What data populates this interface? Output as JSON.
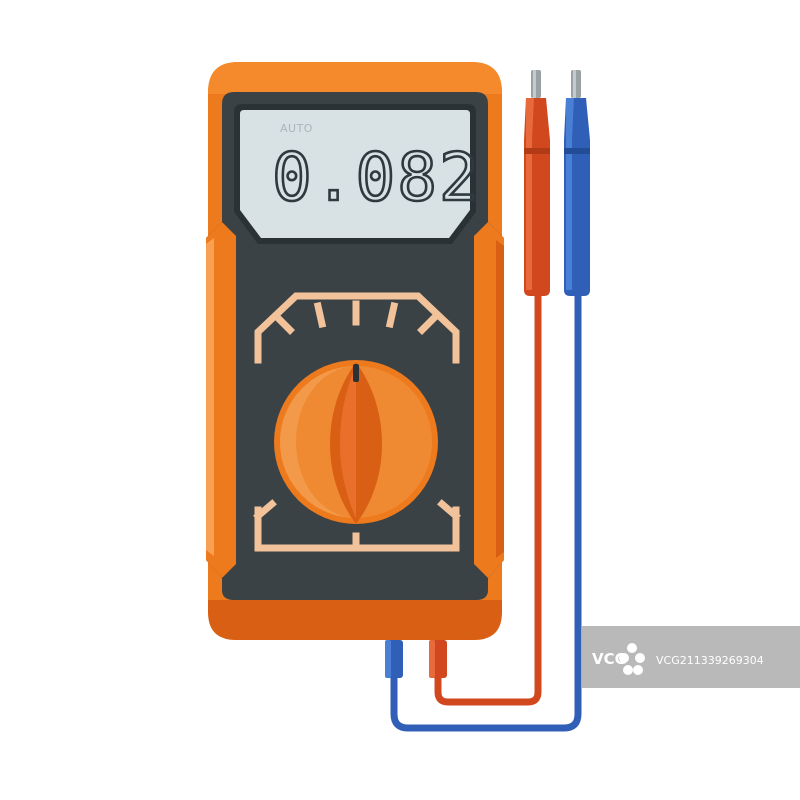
{
  "display": {
    "mode_label": "AUTO",
    "reading": "0.082"
  },
  "watermark": {
    "logo": "VCG",
    "id": "VCG211339269304"
  },
  "colors": {
    "body_orange": "#ee7a1e",
    "body_dark_orange": "#d95f14",
    "panel_dark": "#3a4245",
    "lcd_screen": "#d8e1e3",
    "dial_marks": "#f2c29a",
    "probe_red": "#d2481e",
    "probe_blue": "#2f5fb6",
    "watermark_gray": "#b3b3b3"
  }
}
